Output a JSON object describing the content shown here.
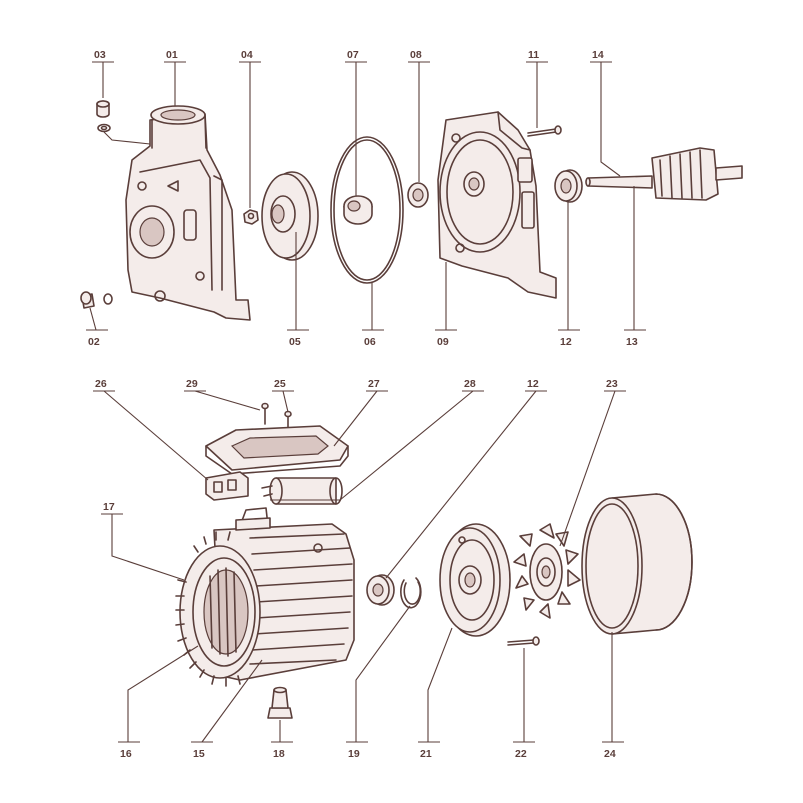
{
  "diagram": {
    "colors": {
      "ink": "#5a3e3a",
      "fill": "#f4ecea",
      "shade": "#d9c6c2",
      "background": "#ffffff"
    },
    "callouts": {
      "p01": "01",
      "p02": "02",
      "p03": "03",
      "p04": "04",
      "p05": "05",
      "p06": "06",
      "p07": "07",
      "p08": "08",
      "p09": "09",
      "p11": "11",
      "p12a": "12",
      "p12b": "12",
      "p13": "13",
      "p14": "14",
      "p15": "15",
      "p16": "16",
      "p17": "17",
      "p18": "18",
      "p19": "19",
      "p21": "21",
      "p22": "22",
      "p23": "23",
      "p24": "24",
      "p25": "25",
      "p26": "26",
      "p27": "27",
      "p28": "28",
      "p29": "29"
    }
  }
}
